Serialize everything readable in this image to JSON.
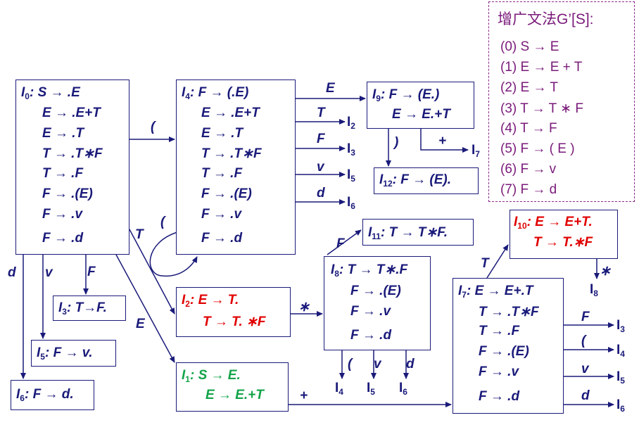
{
  "grammar": {
    "title": "增广文法G’[S]:",
    "rules": [
      "(0) S → E",
      "(1) E → E + T",
      "(2) E → T",
      "(3) T → T ∗ F",
      "(4) T → F",
      "(5) F → ( E )",
      "(6) F → v",
      "(7) F → d"
    ]
  },
  "states": {
    "I0": [
      "I0: S → .E",
      "E → .E+T",
      "E → .T",
      "T → .T∗F",
      "T → .F",
      "F → .(E)",
      "F → .v",
      "F → .d"
    ],
    "I1": [
      "I1: S → E.",
      "E → E.+T"
    ],
    "I2": [
      "I2: E → T.",
      "T → T. ∗F"
    ],
    "I3": [
      "I3: T→F."
    ],
    "I4": [
      "I4: F → (.E)",
      "E → .E+T",
      "E → .T",
      "T → .T∗F",
      "T → .F",
      "F → .(E)",
      "F → .v",
      "F → .d"
    ],
    "I5": [
      "I5: F → v."
    ],
    "I6": [
      "I6: F → d."
    ],
    "I7": [
      "I7: E → E+.T",
      "T → .T∗F",
      "T → .F",
      "F → .(E)",
      "F → .v",
      "F → .d"
    ],
    "I8": [
      "I8: T → T∗.F",
      "F → .(E)",
      "F → .v",
      "F → .d"
    ],
    "I9": [
      "I9: F → (E.)",
      "E → E.+T"
    ],
    "I10": [
      "I10: E → E+T.",
      "T → T.∗F"
    ],
    "I11": [
      "I11: T → T∗F."
    ],
    "I12": [
      "I12: F → (E)."
    ]
  },
  "edge_labels": {
    "e_i0_i4": "(",
    "e_i4_i4": "(",
    "e_i0_i2": "T",
    "e_i0_i1": "E",
    "e_i0_i3": "F",
    "e_i0_i5": "v",
    "e_i0_i6": "d",
    "e_i4_i9": "E",
    "e_i4_i2": "T",
    "e_i4_i3": "F",
    "e_i4_i5": "v",
    "e_i4_i6": "d",
    "e_i9_i12": ")",
    "e_i9_i7": "+",
    "e_i2_i8": "∗",
    "e_i8_i11": "F",
    "e_i8_i4": "(",
    "e_i8_i5": "v",
    "e_i8_i6": "d",
    "e_i1_i7": "+",
    "e_i7_i10": "T",
    "e_i10_i8": "∗",
    "e_i7_i3": "F",
    "e_i7_i4": "(",
    "e_i7_i5": "v",
    "e_i7_i6": "d"
  },
  "edge_targets": {
    "t_i4_i2": "I2",
    "t_i4_i3": "I3",
    "t_i4_i5": "I5",
    "t_i4_i6": "I6",
    "t_i9_i7": "I7",
    "t_i10_i8": "I8",
    "t_i8_i4": "I4",
    "t_i8_i5": "I5",
    "t_i8_i6": "I6",
    "t_i7_i3": "I3",
    "t_i7_i4": "I4",
    "t_i7_i5": "I5",
    "t_i7_i6": "I6"
  }
}
